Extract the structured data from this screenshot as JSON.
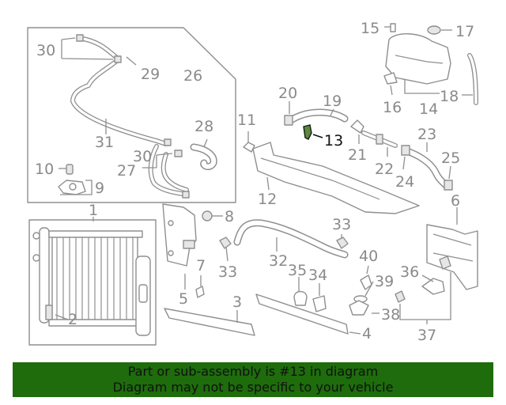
{
  "diagram": {
    "callouts": {
      "c1": "1",
      "c2": "2",
      "c3": "3",
      "c4": "4",
      "c5": "5",
      "c6": "6",
      "c7": "7",
      "c8": "8",
      "c9": "9",
      "c10": "10",
      "c11": "11",
      "c12": "12",
      "c13": "13",
      "c14": "14",
      "c15": "15",
      "c16": "16",
      "c17": "17",
      "c18": "18",
      "c19": "19",
      "c20": "20",
      "c21": "21",
      "c22": "22",
      "c23": "23",
      "c24": "24",
      "c25": "25",
      "c26": "26",
      "c27": "27",
      "c28": "28",
      "c29": "29",
      "c30a": "30",
      "c30b": "30",
      "c31": "31",
      "c32": "32",
      "c33a": "33",
      "c33b": "33",
      "c34": "34",
      "c35": "35",
      "c36": "36",
      "c37": "37",
      "c38": "38",
      "c39": "39",
      "c40": "40"
    },
    "highlighted_part": "13",
    "colors": {
      "line_art": "#8f8f8f",
      "highlight": "#111111",
      "banner_bg": "#1e6c0c",
      "banner_text": "#111111"
    }
  },
  "banner": {
    "line1": "Part or sub-assembly is #13 in diagram",
    "line2": "Diagram may not be specific to your vehicle"
  }
}
